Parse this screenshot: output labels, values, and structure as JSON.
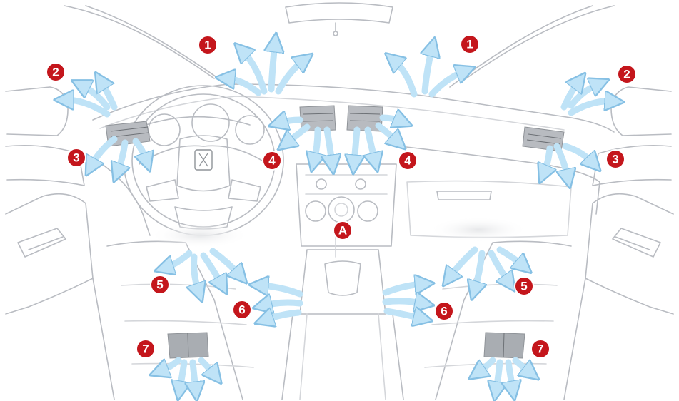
{
  "colors": {
    "line": "#b9bcc2",
    "line_light": "#d4d6da",
    "arrow": "#bfe3f7",
    "arrow_edge": "#86c0e4",
    "marker": "#c4161c",
    "marker_edge": "#ffffff",
    "shade": "#e9eaec"
  },
  "markers": [
    {
      "label": "1"
    },
    {
      "label": "1"
    },
    {
      "label": "2"
    },
    {
      "label": "2"
    },
    {
      "label": "3"
    },
    {
      "label": "3"
    },
    {
      "label": "4"
    },
    {
      "label": "4"
    },
    {
      "label": "A"
    },
    {
      "label": "5"
    },
    {
      "label": "5"
    },
    {
      "label": "6"
    },
    {
      "label": "6"
    },
    {
      "label": "7"
    },
    {
      "label": "7"
    }
  ],
  "icons": {
    "marker": "numbered-callout-icon",
    "airflow": "airflow-arrow-icon",
    "logo": "steering-wheel-logo-icon"
  }
}
